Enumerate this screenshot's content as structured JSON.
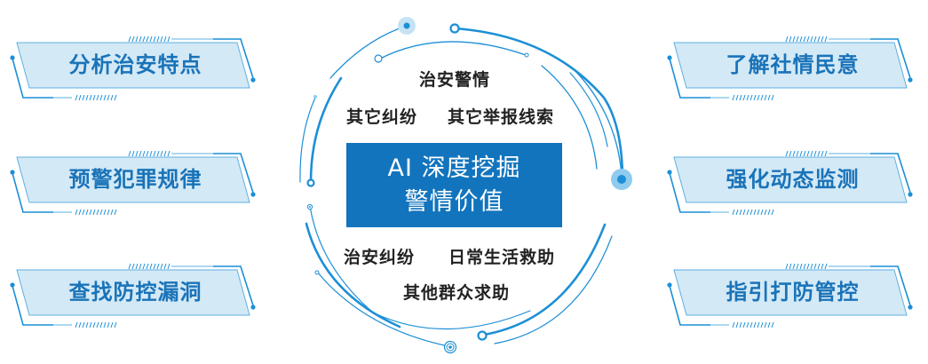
{
  "colors": {
    "accent": "#1274bd",
    "tag_fill": "#d3e9f6",
    "tag_text": "#1a73b8",
    "ring_line": "#1c8fd6",
    "ring_light": "#8fcbee",
    "keyword_text": "#222222"
  },
  "center": {
    "line1": "AI 深度挖掘",
    "line2": "警情价值"
  },
  "keywords": {
    "top": "治安警情",
    "upper_left": "其它纠纷",
    "upper_right": "其它举报线索",
    "lower_left": "治安纠纷",
    "lower_right": "日常生活救助",
    "bottom": "其他群众求助"
  },
  "left_tags": [
    {
      "label": "分析治安特点"
    },
    {
      "label": "预警犯罪规律"
    },
    {
      "label": "查找防控漏洞"
    }
  ],
  "right_tags": [
    {
      "label": "了解社情民意"
    },
    {
      "label": "强化动态监测"
    },
    {
      "label": "指引打防管控"
    }
  ]
}
